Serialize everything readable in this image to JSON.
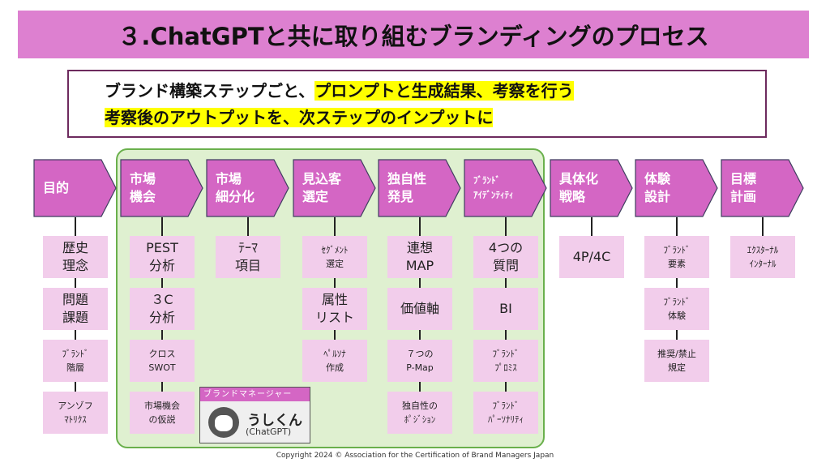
{
  "title": "３.ChatGPTと共に取り組むブランディングのプロセス",
  "message": {
    "line1_plain": "ブランド構築ステップごと、",
    "line1_highlight": "プロンプトと生成結果、考察を行う",
    "line2_highlight": "考察後のアウトプットを、次ステップのインプットに"
  },
  "colors": {
    "title_bg": "#dd80d0",
    "arrow": "#d466c4",
    "box": "#f2cdeb",
    "green_area": "#dff0d0",
    "highlight": "#ffff00"
  },
  "steps": [
    {
      "label": "目的",
      "items": [
        "歴史\n理念",
        "問題\n課題",
        "ﾌﾞﾗﾝﾄﾞ\n階層",
        "アンゾフ\nﾏﾄﾘｸｽ"
      ]
    },
    {
      "label": "市場\n機会",
      "items": [
        "PEST\n分析",
        "３C\n分析",
        "クロス\nSWOT",
        "市場機会\nの仮説"
      ]
    },
    {
      "label": "市場\n細分化",
      "items": [
        "ﾃｰﾏ\n項目"
      ]
    },
    {
      "label": "見込客\n選定",
      "items": [
        "ｾｸﾞﾒﾝﾄ\n選定",
        "属性\nリスト",
        "ﾍﾟﾙｿﾅ\n作成"
      ]
    },
    {
      "label": "独自性\n発見",
      "items": [
        "連想\nMAP",
        "価値軸",
        "７つの\nP-Map",
        "独自性の\nﾎﾟｼﾞｼｮﾝ"
      ]
    },
    {
      "label": "ﾌﾞﾗﾝﾄﾞ\nｱｲﾃﾞﾝﾃｨﾃｨ",
      "items": [
        "4つの\n質問",
        "BI",
        "ﾌﾞﾗﾝﾄﾞ\nﾌﾟﾛﾐｽ",
        "ﾌﾞﾗﾝﾄﾞ\nﾊﾟｰｿﾅﾘﾃｨ"
      ]
    },
    {
      "label": "具体化\n戦略",
      "items": [
        "4P/4C"
      ]
    },
    {
      "label": "体験\n設計",
      "items": [
        "ﾌﾞﾗﾝﾄﾞ\n要素",
        "ﾌﾞﾗﾝﾄﾞ\n体験",
        "推奨/禁止\n規定"
      ]
    },
    {
      "label": "目標\n計画",
      "items": [
        "ｴｸｽﾀｰﾅﾙ\nｲﾝﾀｰﾅﾙ"
      ]
    }
  ],
  "manager": {
    "label": "ブランドマネージャー",
    "name": "うしくん",
    "sub": "(ChatGPT)"
  },
  "copyright": "Copyright 2024 © Association for the Certification of Brand Managers Japan"
}
